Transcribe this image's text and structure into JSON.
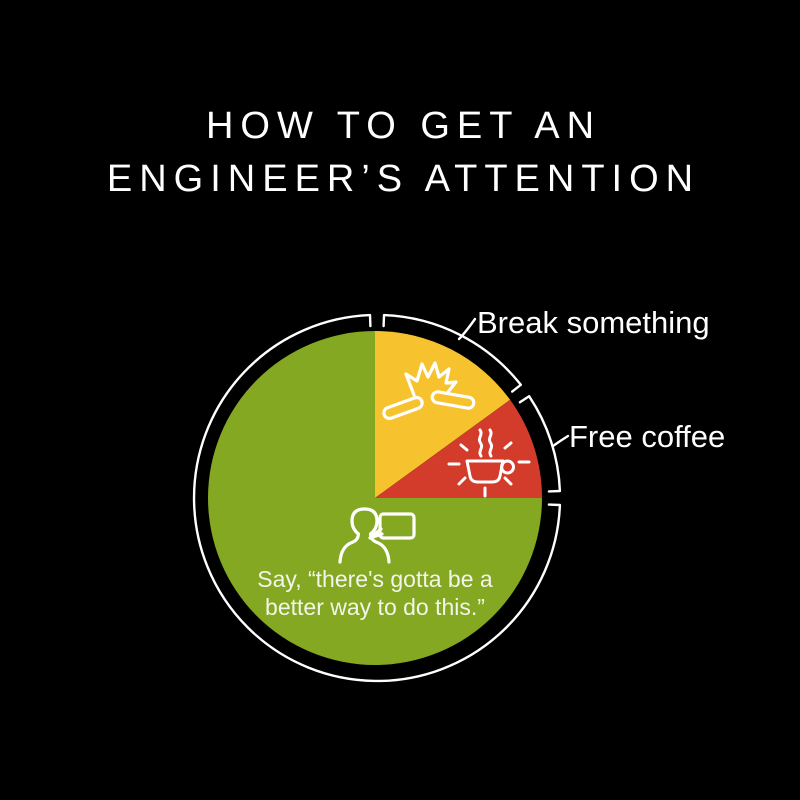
{
  "page": {
    "background": "#000000",
    "text_color": "#ffffff"
  },
  "title": {
    "line1": "HOW TO GET AN",
    "line2": "ENGINEER’S ATTENTION"
  },
  "chart_data": {
    "type": "pie",
    "title": "HOW TO GET AN ENGINEER’S ATTENTION",
    "slices": [
      {
        "label": "Break something",
        "percent": 15,
        "start_deg": 0,
        "end_deg": 54,
        "color": "#f6c32e",
        "icon": "broken-stick-icon"
      },
      {
        "label": "Free coffee",
        "percent": 10,
        "start_deg": 54,
        "end_deg": 90,
        "color": "#d33b2b",
        "icon": "coffee-cup-icon"
      },
      {
        "label": "Say, “there's gotta be a better way to do this.”",
        "percent": 75,
        "start_deg": 90,
        "end_deg": 360,
        "color": "#84a821",
        "icon": "person-speech-icon"
      }
    ],
    "ring": {
      "color": "#ffffff",
      "gap_angles_deg": [
        0,
        54,
        90
      ]
    },
    "icon_color": "#ffffff",
    "legend_position": "outside-callout-labels",
    "grid": false
  },
  "labels": {
    "break_something": "Break something",
    "free_coffee": "Free coffee",
    "quote_line1": "Say, “there's gotta be a",
    "quote_line2": "better way to do this.”"
  }
}
